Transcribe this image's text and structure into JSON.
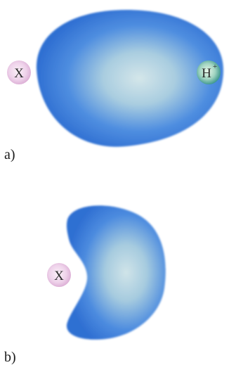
{
  "panels": [
    {
      "label": "a)",
      "atoms": [
        {
          "symbol": "X",
          "charge": ""
        },
        {
          "symbol": "H",
          "charge": "+"
        }
      ]
    },
    {
      "label": "b)",
      "atoms": [
        {
          "symbol": "X",
          "charge": ""
        }
      ]
    }
  ],
  "colors": {
    "cloud_outer": "#2f6fd2",
    "cloud_inner": "#c9e0e6",
    "x_atom": "#e8c7e2",
    "h_atom_outer": "#3d9c8a",
    "h_atom_inner": "#d8f0dc"
  }
}
